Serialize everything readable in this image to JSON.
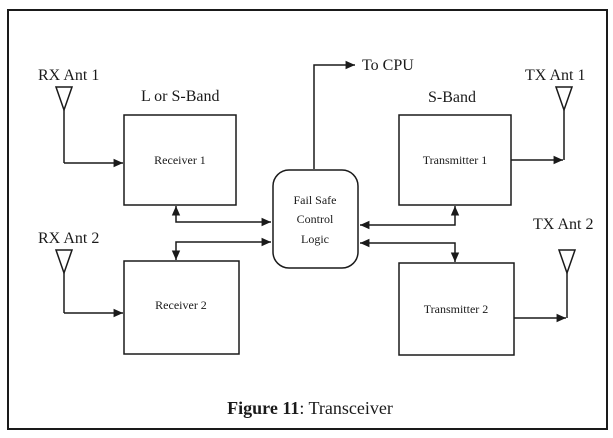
{
  "diagram": {
    "labels": {
      "rx_ant_1": "RX Ant 1",
      "rx_ant_2": "RX Ant 2",
      "tx_ant_1": "TX Ant 1",
      "tx_ant_2": "TX Ant 2",
      "band_left": "L or S-Band",
      "band_right": "S-Band",
      "to_cpu": "To CPU"
    },
    "blocks": {
      "receiver_1": "Receiver 1",
      "receiver_2": "Receiver 2",
      "transmitter_1": "Transmitter 1",
      "transmitter_2": "Transmitter 2",
      "control_line1": "Fail Safe",
      "control_line2": "Control",
      "control_line3": "Logic"
    }
  },
  "caption": {
    "figure": "Figure 11",
    "text": ": Transceiver"
  }
}
